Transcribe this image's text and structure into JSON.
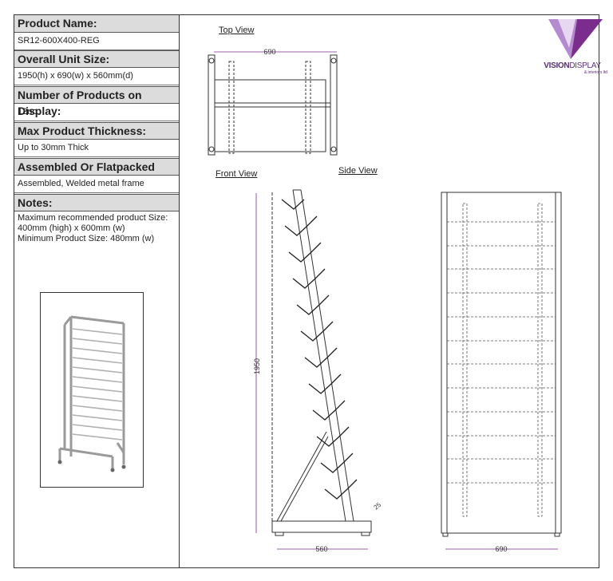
{
  "spec": {
    "product_name_label": "Product Name:",
    "product_name": "SR12-600X400-REG",
    "unit_size_label": "Overall Unit Size:",
    "unit_size": "1950(h) x 690(w) x 560mm(d)",
    "num_products_label": "Number of Products on Display:",
    "num_products": "12no.",
    "thickness_label": "Max Product Thickness:",
    "thickness": "Up to 30mm Thick",
    "assembled_label": "Assembled Or Flatpacked",
    "assembled": "Assembled, Welded metal frame",
    "notes_label": "Notes:",
    "notes_lines": [
      "Maximum recommended product Size:",
      "400mm (high) x 600mm (w)",
      "Minimum Product Size: 480mm (w)"
    ]
  },
  "views": {
    "top": "Top View",
    "front": "Front View",
    "side": "Side View"
  },
  "dims": {
    "top_width": "690",
    "height": "1950",
    "depth": "560",
    "width": "690",
    "angle": "25"
  },
  "logo": {
    "brand_a": "VISION",
    "brand_b": "DISPLAY",
    "tagline": "& interiors ltd",
    "color": "#7b2d8e"
  }
}
